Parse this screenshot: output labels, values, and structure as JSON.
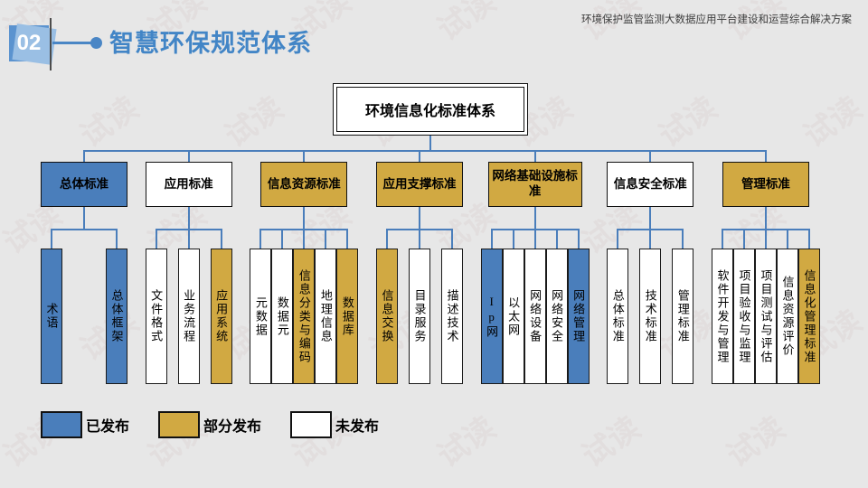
{
  "header": {
    "section_number": "02",
    "title": "智慧环保规范体系",
    "subtitle": "环境保护监管监测大数据应用平台建设和运营综合解决方案"
  },
  "diagram": {
    "root": "环境信息化标准体系",
    "branches": [
      {
        "label": "总体标准",
        "status": "published",
        "children": [
          {
            "label": "术语",
            "status": "published"
          },
          {
            "label": "总体框架",
            "status": "published"
          }
        ]
      },
      {
        "label": "应用标准",
        "status": "unpublished",
        "children": [
          {
            "label": "文件格式",
            "status": "unpublished"
          },
          {
            "label": "业务流程",
            "status": "unpublished"
          },
          {
            "label": "应用系统",
            "status": "partial"
          }
        ]
      },
      {
        "label": "信息资源标准",
        "status": "partial",
        "children": [
          {
            "label": "元数据",
            "status": "unpublished"
          },
          {
            "label": "数据元",
            "status": "unpublished"
          },
          {
            "label": "信息分类与编码",
            "status": "partial"
          },
          {
            "label": "地理信息",
            "status": "unpublished"
          },
          {
            "label": "数据库",
            "status": "partial"
          }
        ]
      },
      {
        "label": "应用支撑标准",
        "status": "partial",
        "children": [
          {
            "label": "信息交换",
            "status": "partial"
          },
          {
            "label": "目录服务",
            "status": "unpublished"
          },
          {
            "label": "描述技术",
            "status": "unpublished"
          }
        ]
      },
      {
        "label": "网络基础设施标准",
        "status": "partial",
        "children": [
          {
            "label": "Ip网",
            "status": "published"
          },
          {
            "label": "以太网",
            "status": "unpublished"
          },
          {
            "label": "网络设备",
            "status": "unpublished"
          },
          {
            "label": "网络安全",
            "status": "unpublished"
          },
          {
            "label": "网络管理",
            "status": "published"
          }
        ]
      },
      {
        "label": "信息安全标准",
        "status": "unpublished",
        "children": [
          {
            "label": "总体标准",
            "status": "unpublished"
          },
          {
            "label": "技术标准",
            "status": "unpublished"
          },
          {
            "label": "管理标准",
            "status": "unpublished"
          }
        ]
      },
      {
        "label": "管理标准",
        "status": "partial",
        "children": [
          {
            "label": "软件开发与管理",
            "status": "unpublished"
          },
          {
            "label": "项目验收与监理",
            "status": "unpublished"
          },
          {
            "label": "项目测试与评估",
            "status": "unpublished"
          },
          {
            "label": "信息资源评价",
            "status": "unpublished"
          },
          {
            "label": "信息化管理标准",
            "status": "partial"
          }
        ]
      }
    ]
  },
  "legend": [
    {
      "label": "已发布",
      "status": "published"
    },
    {
      "label": "部分发布",
      "status": "partial"
    },
    {
      "label": "未发布",
      "status": "unpublished"
    }
  ],
  "colors": {
    "published": "#4a7ebb",
    "partial": "#d1a942",
    "unpublished": "#ffffff",
    "connector": "#4a7ebb",
    "accent_blue": "#4285c6",
    "badge_blue": "#5b93cf"
  },
  "watermark": "试读"
}
